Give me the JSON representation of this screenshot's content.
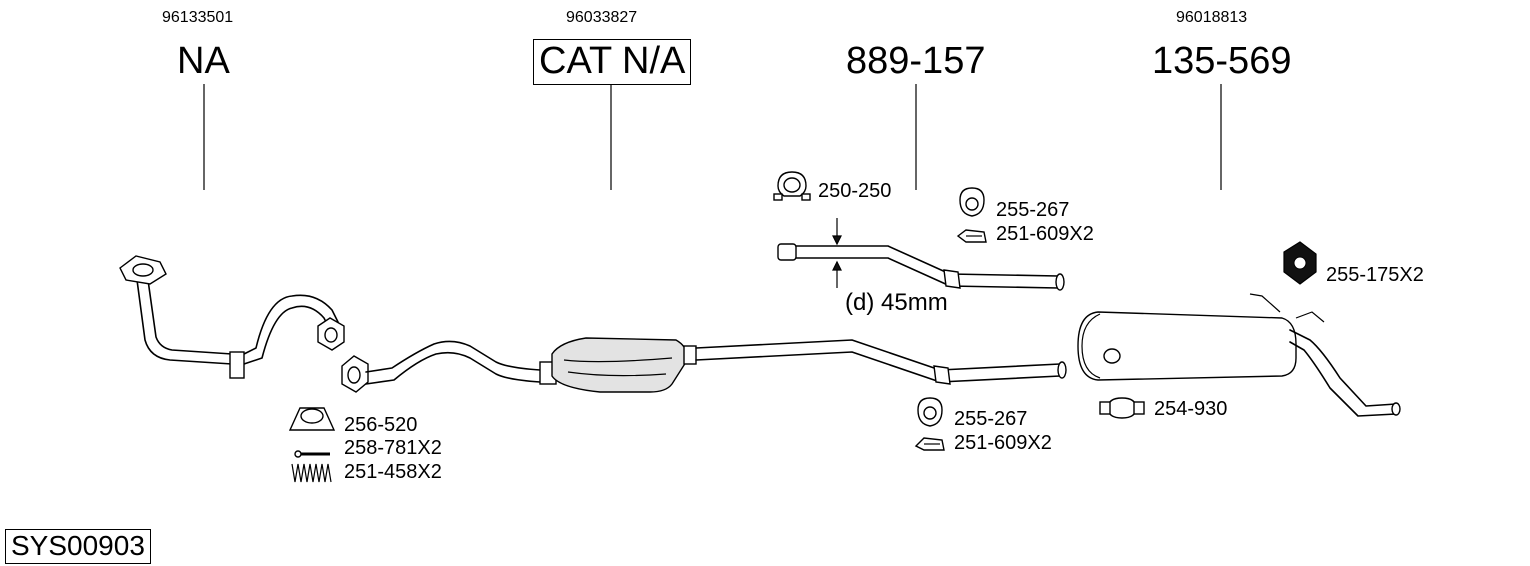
{
  "header": {
    "oem_front": "96133501",
    "oem_cat": "96033827",
    "oem_rear": "96018813",
    "front_label": "NA",
    "cat_label": "CAT N/A",
    "middle_label": "889-157",
    "rear_label": "135-569"
  },
  "parts": {
    "clamp_middle": "250-250",
    "mount_middle": "255-267",
    "bracket_middle": "251-609X2",
    "diameter": "(d) 45mm",
    "hanger_rear": "255-175X2",
    "gasket_front": "256-520",
    "bolt_front": "258-781X2",
    "spring_front": "251-458X2",
    "mount_cat": "255-267",
    "bracket_cat": "251-609X2",
    "clamp_rear": "254-930"
  },
  "system_id": "SYS00903"
}
